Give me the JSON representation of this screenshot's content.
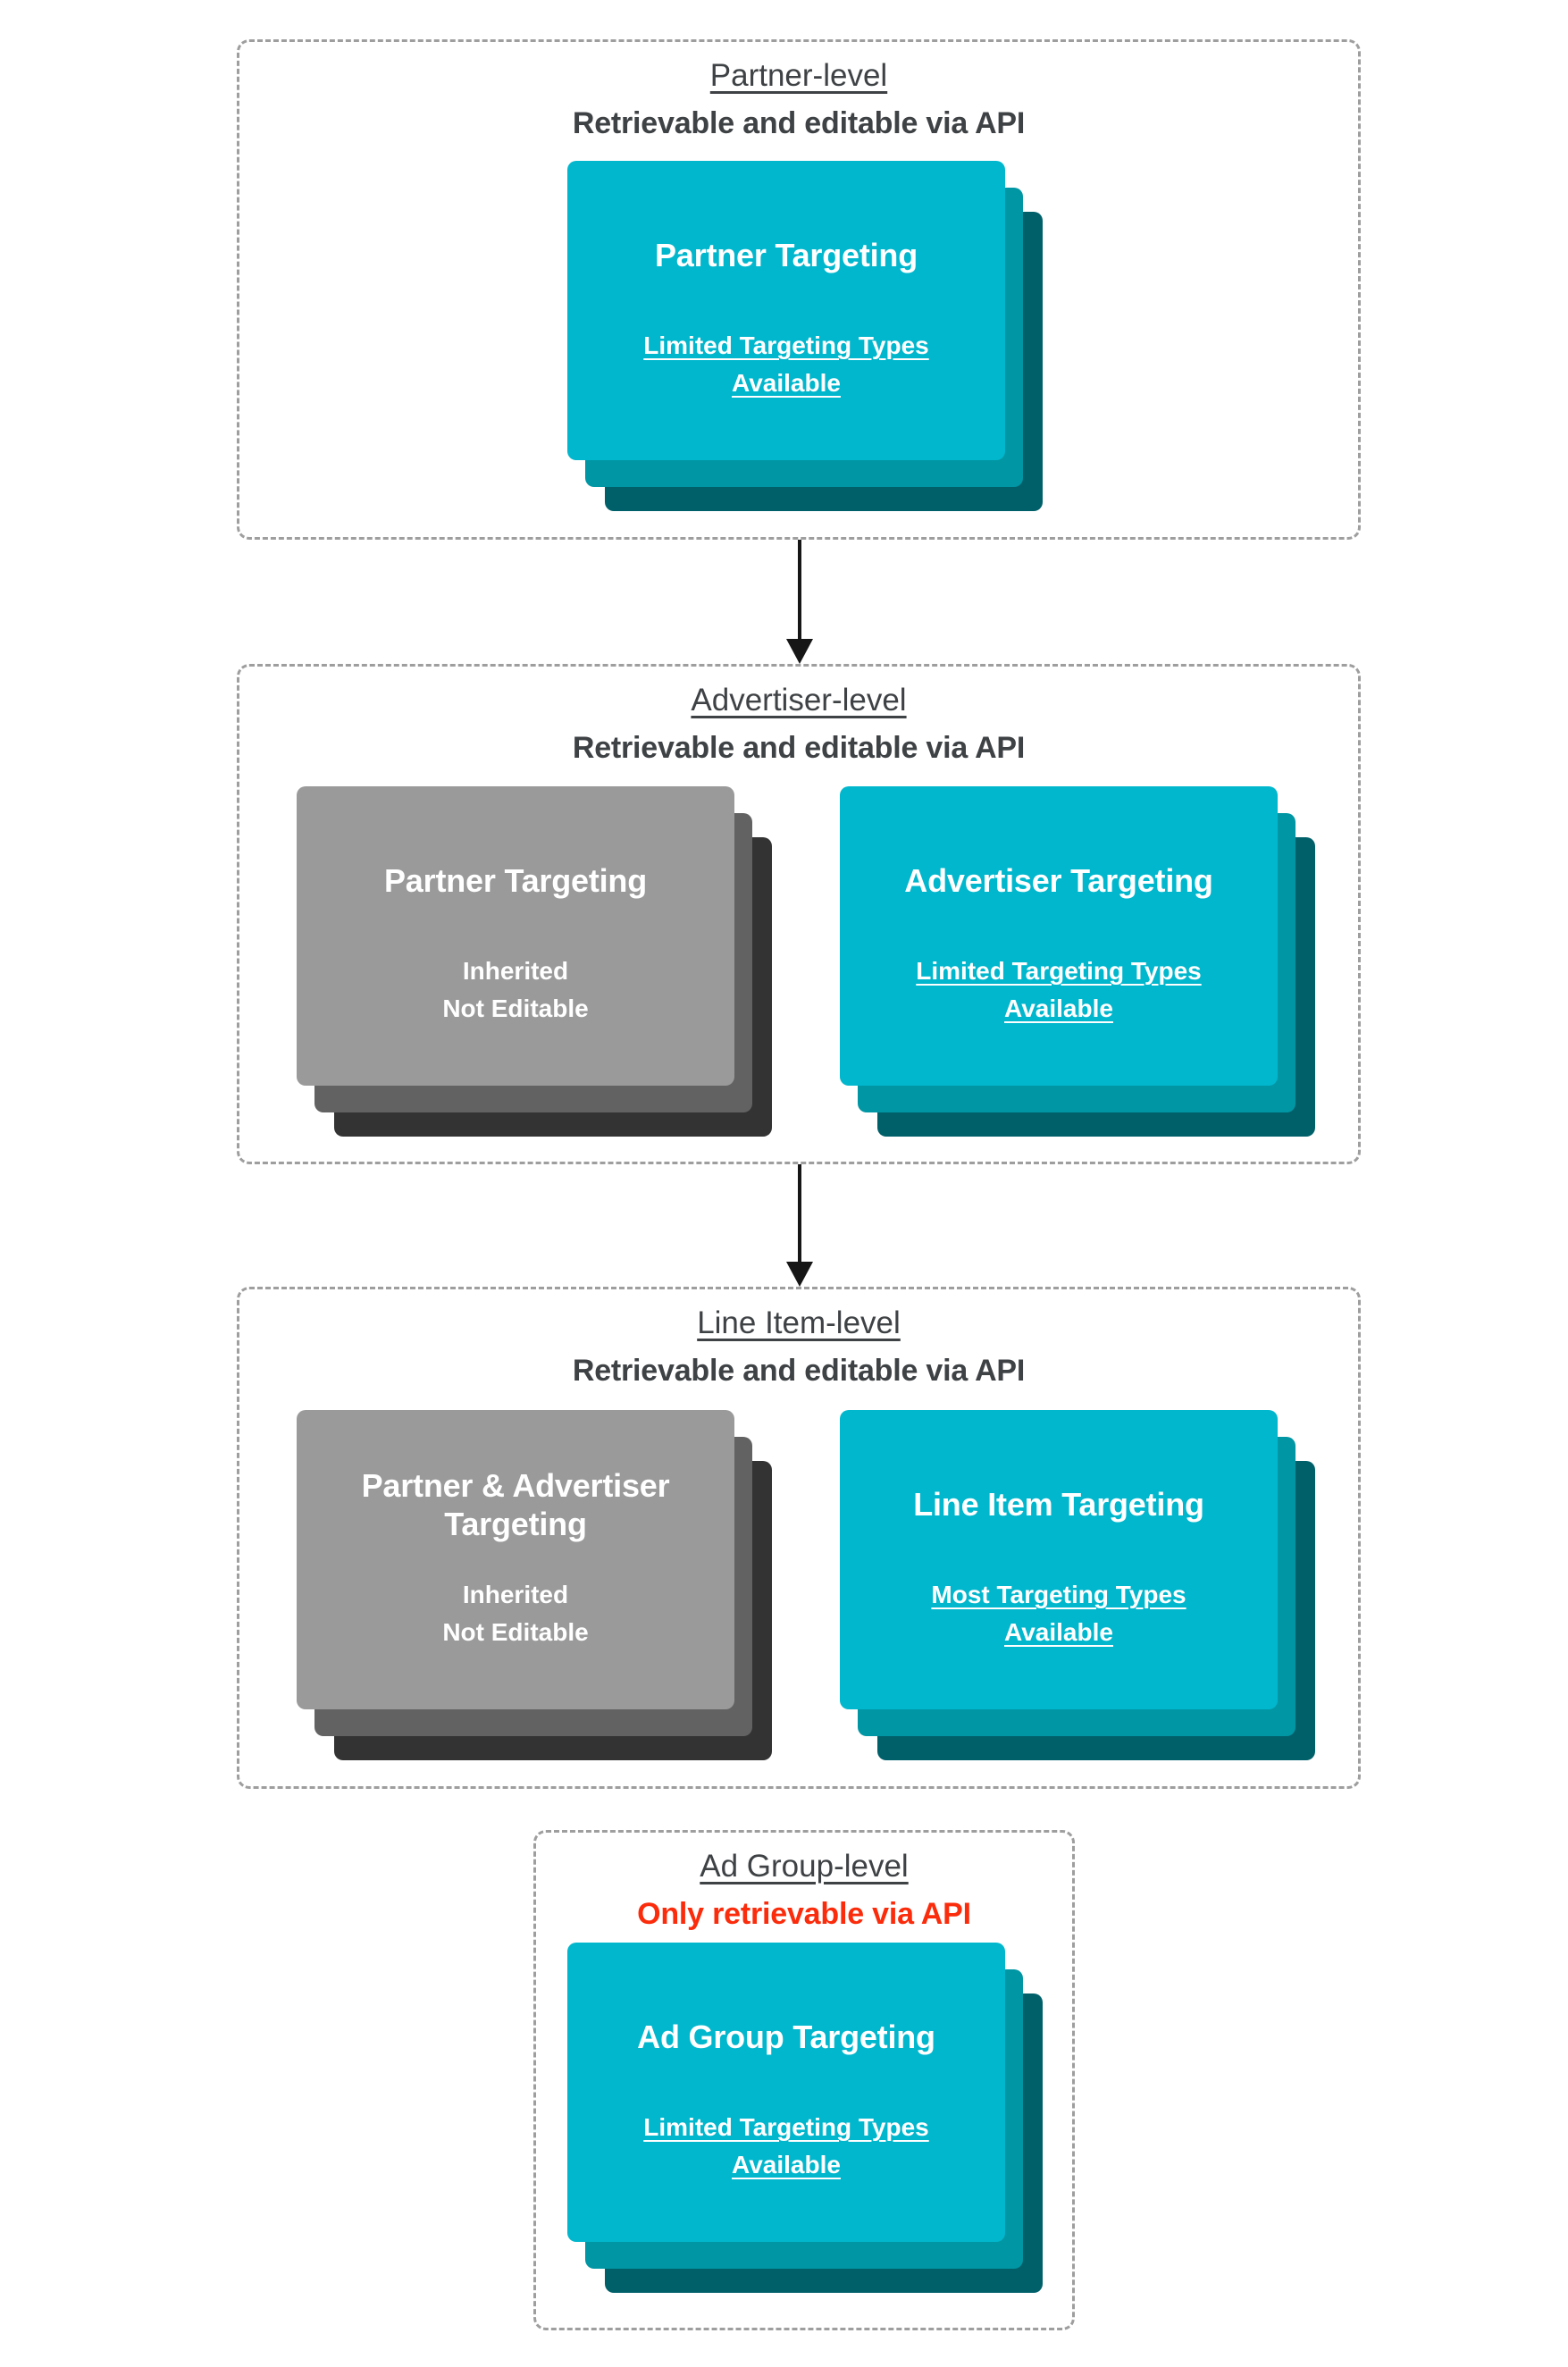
{
  "colors": {
    "teal_card": "#01b7cd",
    "teal_shadow": "#0096a4",
    "teal_shadow_dark": "#00606a",
    "gray_card": "#9a9a9a",
    "gray_shadow": "#626262",
    "gray_shadow_dark": "#333333",
    "heading_text": "#3f4245",
    "red_text": "#fb2c0c",
    "card_text": "#ffffff",
    "dashed_border": "#9e9e9e",
    "arrow": "#161616"
  },
  "sections": [
    {
      "id": "partner-level",
      "title": "Partner-level",
      "subtitle": "Retrievable and editable via API",
      "subtitle_style": "dark",
      "arrow_to_next": true,
      "cards": [
        {
          "variant": "teal",
          "title": "Partner Targeting",
          "lines": [
            "Limited Targeting Types",
            "Available"
          ],
          "lines_underlined": true
        }
      ]
    },
    {
      "id": "advertiser-level",
      "title": "Advertiser-level",
      "subtitle": "Retrievable and editable via API",
      "subtitle_style": "dark",
      "arrow_to_next": true,
      "cards": [
        {
          "variant": "gray",
          "title": "Partner Targeting",
          "lines": [
            "Inherited",
            "Not Editable"
          ],
          "lines_underlined": false
        },
        {
          "variant": "teal",
          "title": "Advertiser Targeting",
          "lines": [
            "Limited Targeting Types",
            "Available"
          ],
          "lines_underlined": true
        }
      ]
    },
    {
      "id": "line-item-level",
      "title": "Line Item-level",
      "subtitle": "Retrievable and editable via API",
      "subtitle_style": "dark",
      "arrow_to_next": false,
      "cards": [
        {
          "variant": "gray",
          "title": "Partner & Advertiser Targeting",
          "lines": [
            "Inherited",
            "Not Editable"
          ],
          "lines_underlined": false
        },
        {
          "variant": "teal",
          "title": "Line Item Targeting",
          "lines": [
            "Most Targeting Types",
            "Available"
          ],
          "lines_underlined": true
        }
      ]
    },
    {
      "id": "ad-group-level",
      "title": "Ad Group-level",
      "subtitle": "Only retrievable via API",
      "subtitle_style": "red",
      "arrow_to_next": false,
      "cards": [
        {
          "variant": "teal",
          "title": "Ad Group Targeting",
          "lines": [
            "Limited Targeting Types",
            "Available"
          ],
          "lines_underlined": true
        }
      ]
    }
  ]
}
